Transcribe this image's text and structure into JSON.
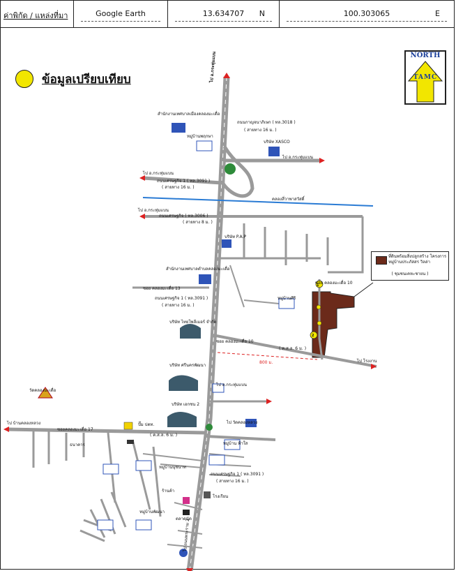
{
  "header": {
    "label": "ค่าพิกัด / แหล่งที่มา",
    "source": "Google Earth",
    "latitude": "13.634707",
    "lat_dir": "N",
    "longitude": "100.303065",
    "lon_dir": "E"
  },
  "title": "ข้อมูลเปรียบเทียบ",
  "north_arrow": {
    "line1": "NORTH",
    "letters": "TAMC"
  },
  "colors": {
    "road": "#9a9a9a",
    "canal": "#2a7bd4",
    "subject": "#6b2a1a",
    "marker": "#f2e600",
    "arrow": "#d22"
  },
  "legend": {
    "text": "ที่ดินพร้อมสิ่งปลูกสร้าง โครงการหมู่บ้านประภัสสร วิลล่า",
    "sub": "( ชุมชนเคหะชายน )"
  },
  "labels": {
    "to_top": "ไป อ.กระทุ่มแบน",
    "to_bottom": "ไป ถนนพระราม 2",
    "to_left1": "ไป อ.กระทุ่มแบน",
    "to_left2": "ไป อ.กระทุ่มแบน",
    "to_left3": "ไป บ้านคลองหลวง",
    "to_right1": "ไป อ.กระทุ่มแบน",
    "to_right2": "ไป อ.กระทุ่มแบน",
    "to_right3": "ไป วัดคลองหลวง",
    "road_main1": "ถนนเศรษฐกิจ 1 ( ทล.3091 )",
    "road_main2": "ถนนเศรษฐกิจ 1 ( ทล.3091 )",
    "road_main3": "ถนนเศรษฐกิจ 1 ( ทล.3091 )",
    "lanes1": "( สายทาง 16 ม. )",
    "lanes2": "( สายทาง 16 ม. )",
    "lanes3": "( สายทาง 16 ม. )",
    "road_top": "ถนนกาญจนาภิเษก ( ทล.3018 )",
    "road_top_w": "( สายทาง 16 ม. )",
    "company_top": "บริษัท XASCO",
    "road_b": "ถนนเศรษฐกิจ ( ทล.3006 )",
    "road_b_w": "( สายทาง 8 ม. )",
    "canal": "คลองสี่วาพาสวัสดิ์",
    "soi10": "ซอย คลองมะเดื่อ 10",
    "soi10b": "ซอย คลองมะเดื่อ 10",
    "soi13": "ซอย คลองมะเดื่อ 13",
    "soi17": "ซอยคลองมะเดื่อ 17",
    "road_width": "( ค.ส.ล. 6 ม. )",
    "road_width2": "( ค.ส.ล. 6 ม. )",
    "distance": "800 ม.",
    "to_sub": "ไป โรงงาน",
    "pap": "บริษัท P.A.P",
    "factory1": "บริษัท ไทยโพลีเมอร์ จำกัด",
    "factory2": "บริษัท ศรีนครพัฒนา",
    "factory3": "บริษัท เอกชน 2",
    "office": "สำนักงานเทศบาลเมืองคลองมะเดื่อ",
    "office2": "สำนักงานเทศบาลตำบลคลองมะเดื่อ",
    "village1": "หมู่บ้านพฤกษา",
    "village2": "หมู่บ้านศิริ",
    "village3": "หมู่บ้าน ฟ้าใส",
    "village4": "หมู่บ้านนุชนาท",
    "village5": "หมู่บ้านพัฒนา",
    "temple": "วัดคลองมะเดื่อ",
    "school": "โรงเรียน",
    "market": "ตลาดนัด",
    "bank": "ธนาคาร",
    "shop": "ร้านค้า",
    "gas": "ปั๊ม ปตท.",
    "marker1": "1",
    "marker2": "2"
  }
}
